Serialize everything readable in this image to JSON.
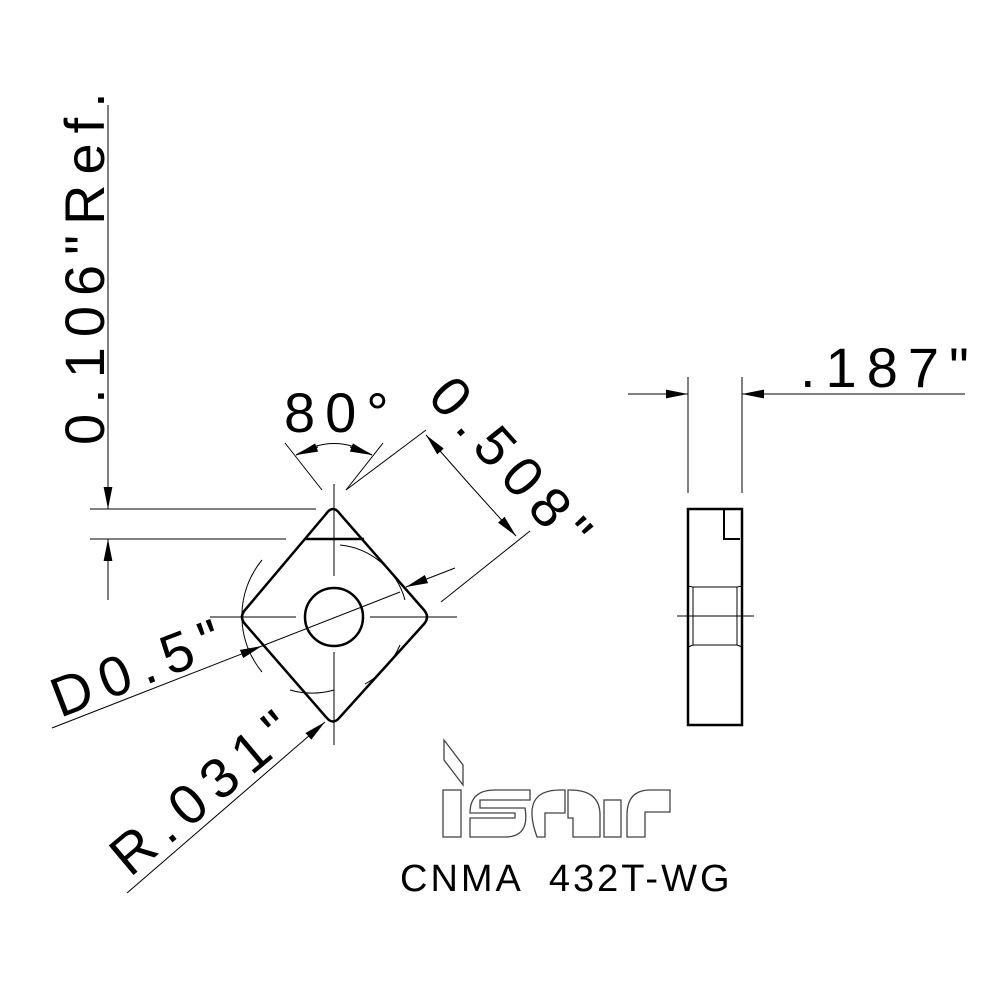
{
  "drawing": {
    "dimensions": {
      "chamfer_height": "0.106\"Ref.",
      "included_angle": "80°",
      "inscribed_circle": "0.508\"",
      "diameter": "D0.5\"",
      "corner_radius": "R.031\"",
      "thickness": ".187\""
    },
    "logo_text": "iscar",
    "part_number": "CNMA  432T-WG"
  }
}
